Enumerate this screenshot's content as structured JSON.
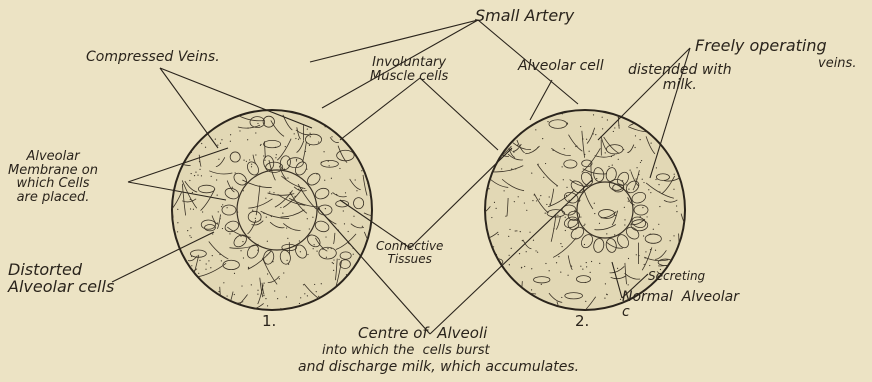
{
  "labels": {
    "small_artery": "Small Artery",
    "compressed_veins": "Compressed Veins.",
    "involuntary_muscle": "Involuntary\nMuscle cells",
    "alveolar_cell": "Alveolar cell",
    "freely_operating": "Freely operating",
    "veins": "veins.",
    "distended": "distended with\nmilk.",
    "alveolar_membrane": "Alveolar\nMembrane on\nwhich Cells\nare placed.",
    "connective_tissues": "Connective\nTissues",
    "distorted_cells": "Distorted\nAlveolar cells",
    "secreting": "Secreting",
    "normal_alveolar": "Normal  Alveolar\nc",
    "centre": "Centre of  Alveoli",
    "burst": "into which the  cells burst",
    "discharge": "and discharge milk, which accumulates.",
    "fig1": "1.",
    "fig2": "2."
  },
  "colors": {
    "paper": "#ece3c4",
    "ink": "#2a241c"
  }
}
